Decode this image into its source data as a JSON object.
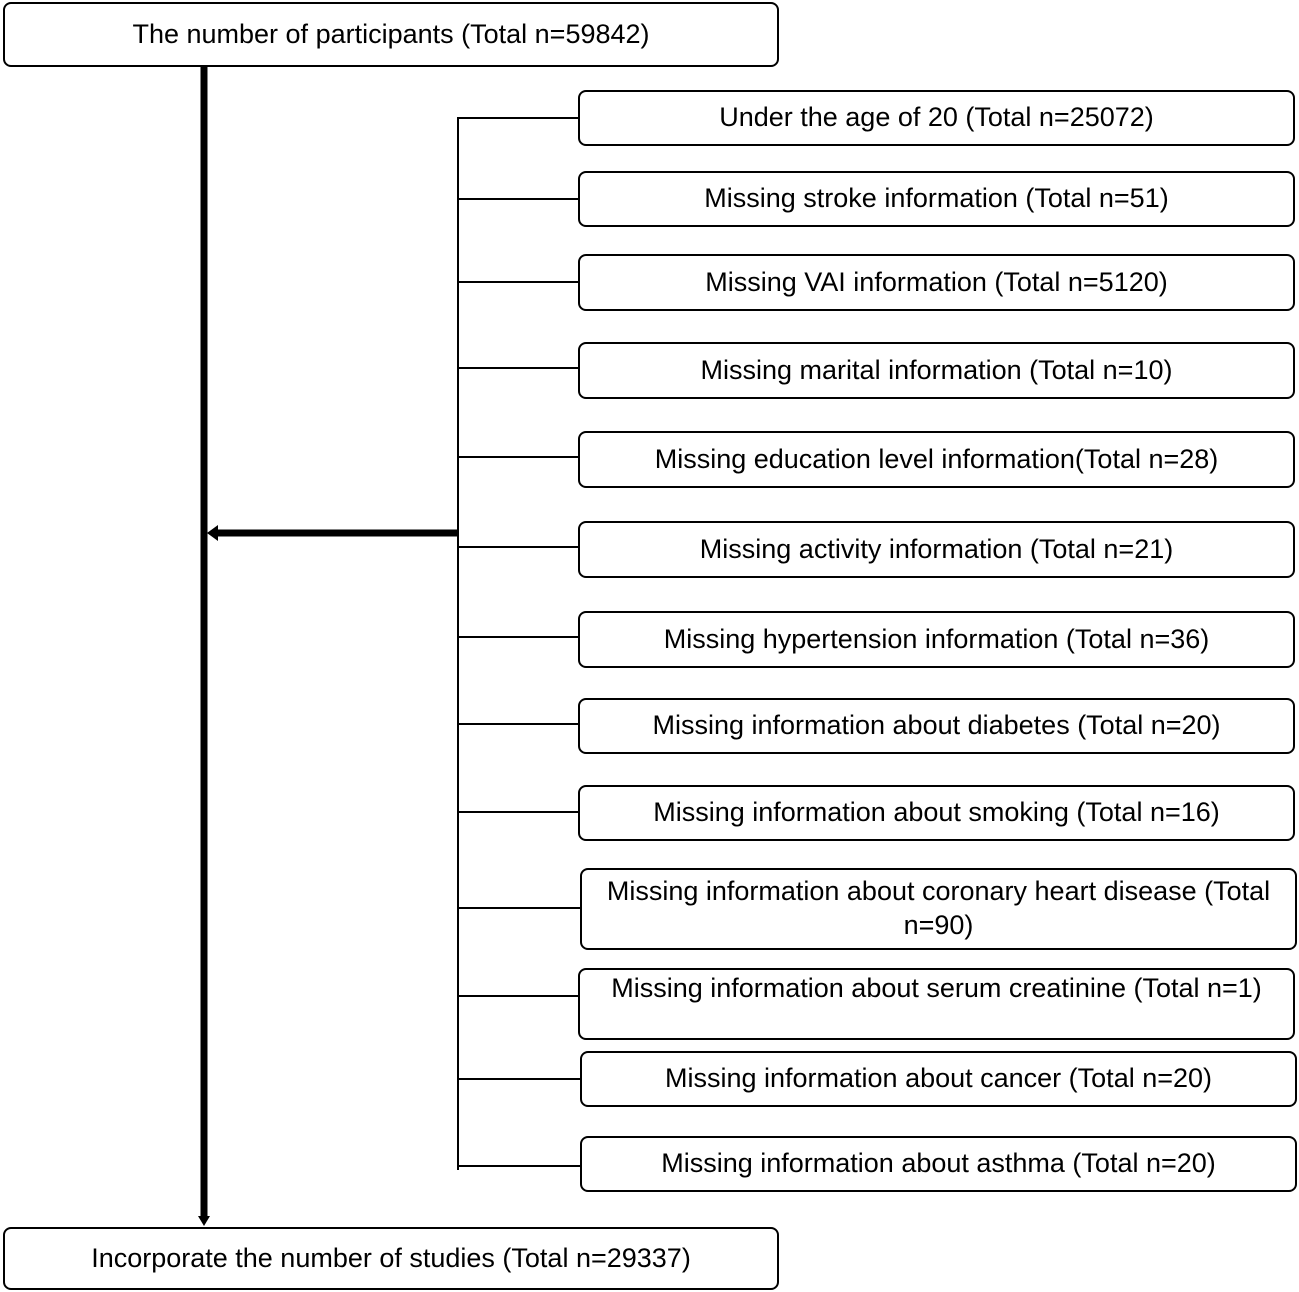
{
  "top_box": {
    "text": "The number of participants (Total n=59842)"
  },
  "exclusions": [
    {
      "text": "Under the age of 20 (Total n=25072)"
    },
    {
      "text": "Missing stroke information (Total n=51)"
    },
    {
      "text": "Missing VAI information (Total n=5120)"
    },
    {
      "text": "Missing marital information (Total n=10)"
    },
    {
      "text": "Missing education level information(Total n=28)"
    },
    {
      "text": "Missing activity information (Total n=21)"
    },
    {
      "text": "Missing hypertension information (Total n=36)"
    },
    {
      "text": "Missing information about diabetes (Total n=20)"
    },
    {
      "text": "Missing information about smoking (Total n=16)"
    },
    {
      "text": "Missing information about coronary heart disease (Total n=90)"
    },
    {
      "text": "Missing information about serum creatinine (Total n=1)"
    },
    {
      "text": "Missing information about cancer (Total n=20)"
    },
    {
      "text": "Missing information about asthma (Total n=20)"
    }
  ],
  "bottom_box": {
    "text": "Incorporate the number of studies (Total n=29337)"
  }
}
